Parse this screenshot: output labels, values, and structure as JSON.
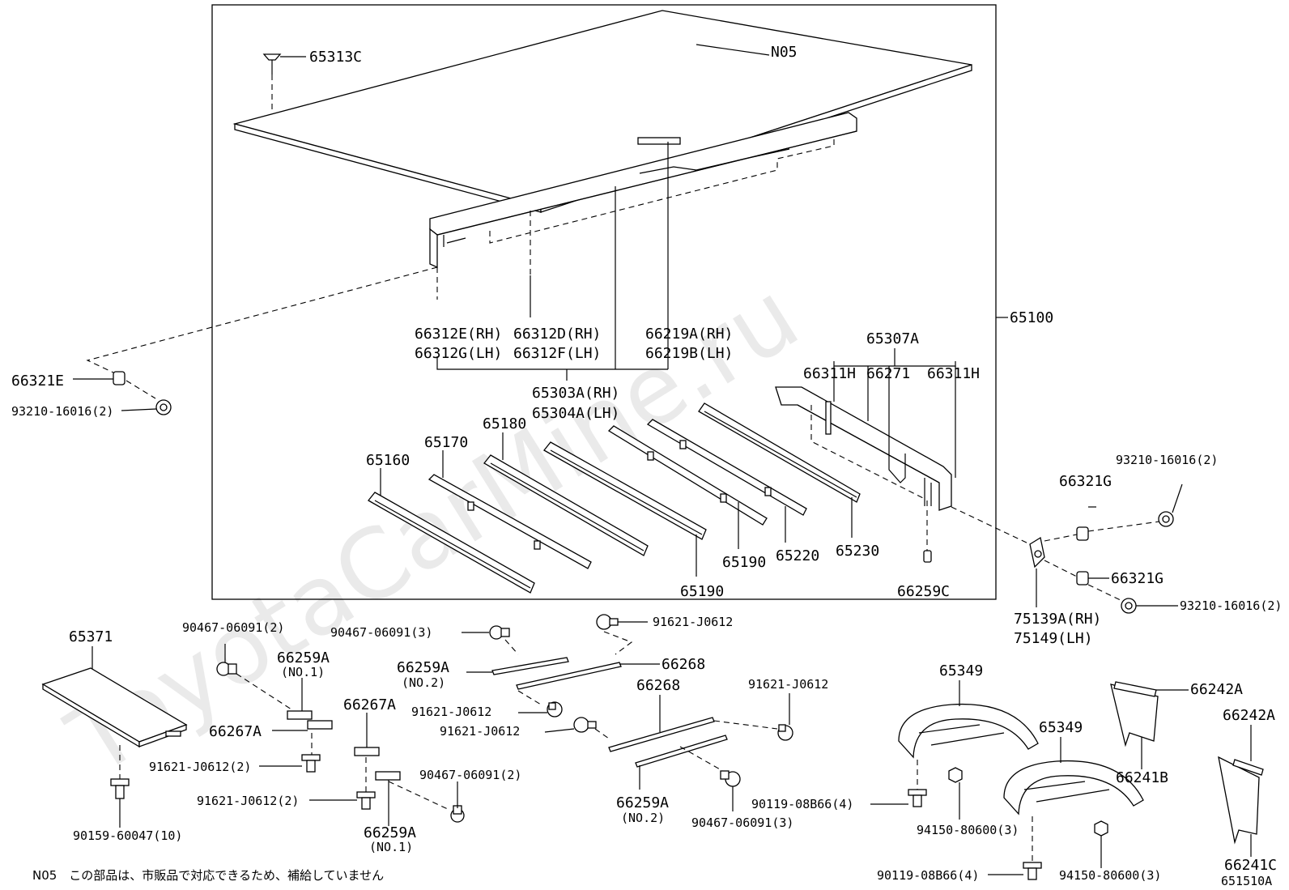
{
  "watermark": "ToyotaCarMine.ru",
  "diagram_code": "651510A",
  "footnote": "N05　この部品は、市販品で対応できるため、補給していません",
  "labels": {
    "n05": "N05",
    "p65313C": "65313C",
    "p65100": "65100",
    "p66312E": "66312E(RH)",
    "p66312G": "66312G(LH)",
    "p66312D": "66312D(RH)",
    "p66312F": "66312F(LH)",
    "p66219A": "66219A(RH)",
    "p66219B": "66219B(LH)",
    "p65303A": "65303A(RH)",
    "p65304A": "65304A(LH)",
    "p66321E": "66321E",
    "p93210_a": "93210-16016(2)",
    "p65307A": "65307A",
    "p66311H_a": "66311H",
    "p66271": "66271",
    "p66311H_b": "66311H",
    "p65180": "65180",
    "p65170": "65170",
    "p65160": "65160",
    "p65190_a": "65190",
    "p65190_b": "65190",
    "p65220": "65220",
    "p65230": "65230",
    "p66259C": "66259C",
    "p93210_b": "93210-16016(2)",
    "p66321G_a": "66321G",
    "p66321G_b": "66321G",
    "p93210_c": "93210-16016(2)",
    "p75139A": "75139A(RH)",
    "p75149": "75149(LH)",
    "p65371": "65371",
    "p90467_a": "90467-06091(2)",
    "p66259A_n1a": "66259A",
    "no1_a": "(NO.1)",
    "p66267A_a": "66267A",
    "p91621_2a": "91621-J0612(2)",
    "p90159": "90159-60047(10)",
    "p90467_b": "90467-06091(3)",
    "p66259A_n2a": "66259A",
    "no2_a": "(NO.2)",
    "p91621_a": "91621-J0612",
    "p91621_b": "91621-J0612",
    "p91621_c": "91621-J0612",
    "p66268_a": "66268",
    "p66268_b": "66268",
    "p66267A_b": "66267A",
    "p91621_2b": "91621-J0612(2)",
    "p90467_c": "90467-06091(2)",
    "p66259A_n1b": "66259A",
    "no1_b": "(NO.1)",
    "p91621_d": "91621-J0612",
    "p66259A_n2b": "66259A",
    "no2_b": "(NO.2)",
    "p90467_d": "90467-06091(3)",
    "p65349_a": "65349",
    "p65349_b": "65349",
    "p90119_a": "90119-08B66(4)",
    "p94150_a": "94150-80600(3)",
    "p90119_b": "90119-08B66(4)",
    "p94150_b": "94150-80600(3)",
    "p66242A_a": "66242A",
    "p66242A_b": "66242A",
    "p66241B": "66241B",
    "p66241C": "66241C"
  }
}
